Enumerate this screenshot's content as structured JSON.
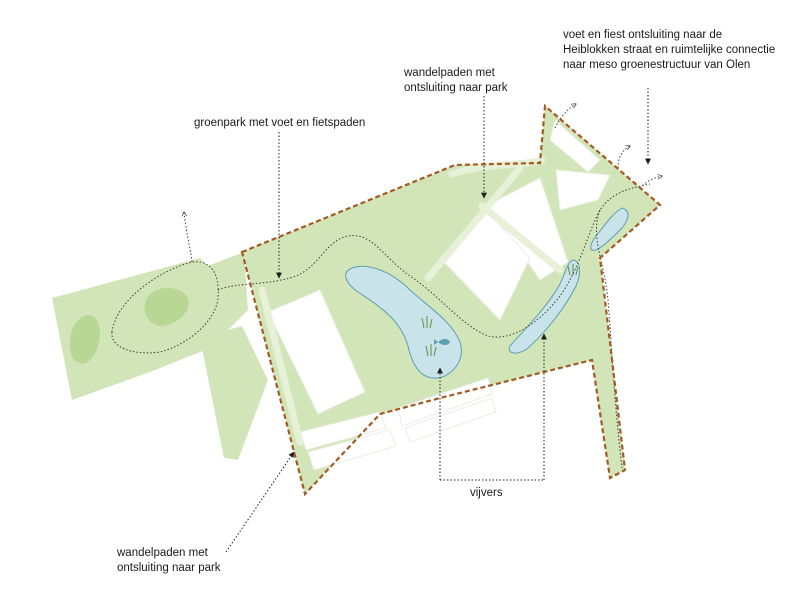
{
  "colors": {
    "park_green": "#d2e5b9",
    "meadow_green": "#b8d795",
    "path_green": "#e6f1d8",
    "pond_blue": "#c9e3ea",
    "pond_outline": "#5f9fae",
    "boundary_brown": "#a35b23",
    "building_white": "#ffffff"
  },
  "labels": {
    "groenpark": "groenpark met voet en fietspaden",
    "wandelpaden_top_1": "wandelpaden met",
    "wandelpaden_top_2": "ontsluiting naar park",
    "ontsluiting_1": "voet en fiest ontsluiting naar de",
    "ontsluiting_2": "Heiblokken straat en ruimtelijke connectie",
    "ontsluiting_3": "naar meso groenestructuur van Olen",
    "vijvers": "vijvers",
    "wandelpaden_bottom_1": "wandelpaden met",
    "wandelpaden_bottom_2": "ontsluiting naar park"
  },
  "icons": [
    "fish-icon",
    "reed-icon",
    "arrow-icon"
  ]
}
